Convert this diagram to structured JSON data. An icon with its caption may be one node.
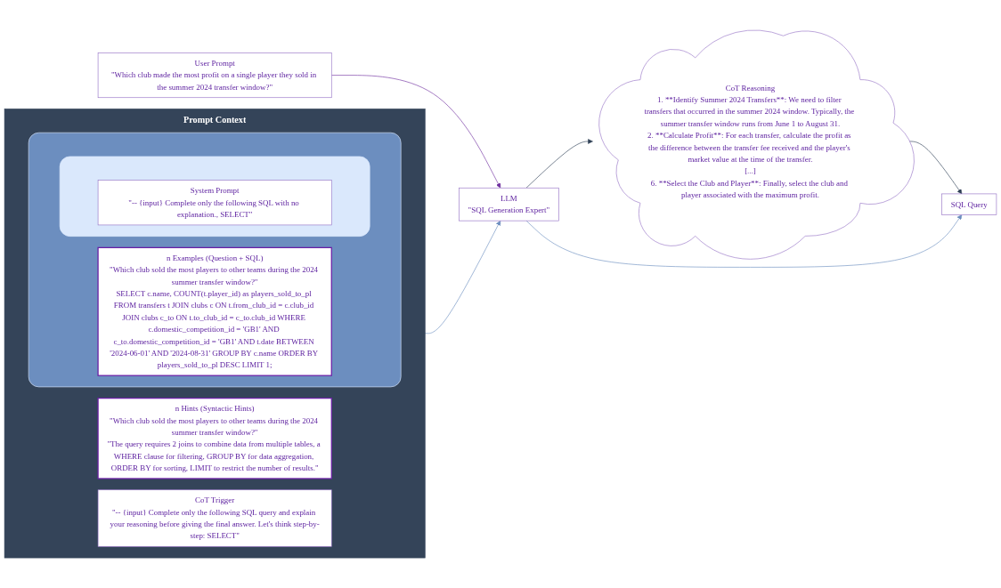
{
  "diagram": {
    "nodes": [
      {
        "text": [
          "Prompt Context"
        ]
      },
      {
        "text": [],
        "shape": "box",
        "in": 0
      },
      {
        "text": [],
        "shape": "box",
        "in": 1
      },
      {
        "text": [
          "System Prompt",
          "\"-- {input} Complete only the following SQL with no explanation., SELECT\""
        ],
        "in": 2
      },
      {
        "text": [
          "n Examples (Question + SQL)",
          "\"Which club sold the most players to other teams during the 2024 summer transfer window?\"",
          "SELECT c.name, COUNT(t.player_id) as players_sold_to_pl FROM transfers t JOIN clubs c ON t.from_club_id = c.club_id JOIN clubs c_to ON t.to_club_id = c_to.club_id WHERE c.domestic_competition_id = 'GB1' AND c_to.domestic_competition_id = 'GB1' AND t.date BETWEEN '2024-06-01' AND '2024-08-31' GROUP BY c.name ORDER BY players_sold_to_pl DESC LIMIT 1;"
        ],
        "in": 1
      },
      {
        "text": [
          "n Hints (Syntactic Hints)",
          "\"Which club sold the most players to other teams during the 2024 summer transfer window?\"",
          "\"The query requires 2 joins to combine data from multiple tables, a WHERE clause for filtering, GROUP BY for data aggregation, ORDER BY for sorting, LIMIT to restrict the number of results.\""
        ],
        "in": 0
      },
      {
        "text": [
          "CoT Trigger",
          "\"-- {input} Complete only the following SQL query and explain your reasoning before giving the final answer. Let's think step-by-step: SELECT\""
        ],
        "in": 0
      },
      {
        "text": [
          "User Prompt",
          "\"Which club made the most profit on a single player they sold in the summer 2024 transfer window?\""
        ]
      },
      {
        "text": [
          "LLM",
          "\"SQL Generation Expert\""
        ]
      },
      {
        "text": [
          "CoT Reasoning",
          "1. **Identify Summer 2024 Transfers**: We need to filter transfers that occurred in the summer 2024 window. Typically, the summer transfer window runs from June 1 to August 31.",
          "2. **Calculate Profit**: For each transfer, calculate the profit as the difference between the transfer fee received and the player's market value at the time of the transfer.",
          "[...]",
          "6. **Select the Club and Player**: Finally, select the club and player associated with the maximum profit."
        ]
      },
      {
        "text": [
          "SQL Query"
        ]
      }
    ],
    "edges": [
      {
        "from": 0,
        "to": 8,
        "arrow": "to",
        "color": "#6c8ebf"
      },
      {
        "from": 7,
        "to": 8,
        "arrow": "to",
        "color": "#7030a0"
      },
      {
        "from": 8,
        "to": 9,
        "arrow": "to",
        "color": "#2e3f55"
      },
      {
        "from": 9,
        "to": 10,
        "arrow": "to",
        "color": "#2e3f55"
      },
      {
        "from": 8,
        "to": 10,
        "arrow": "to",
        "color": "#6c8ebf"
      }
    ]
  }
}
